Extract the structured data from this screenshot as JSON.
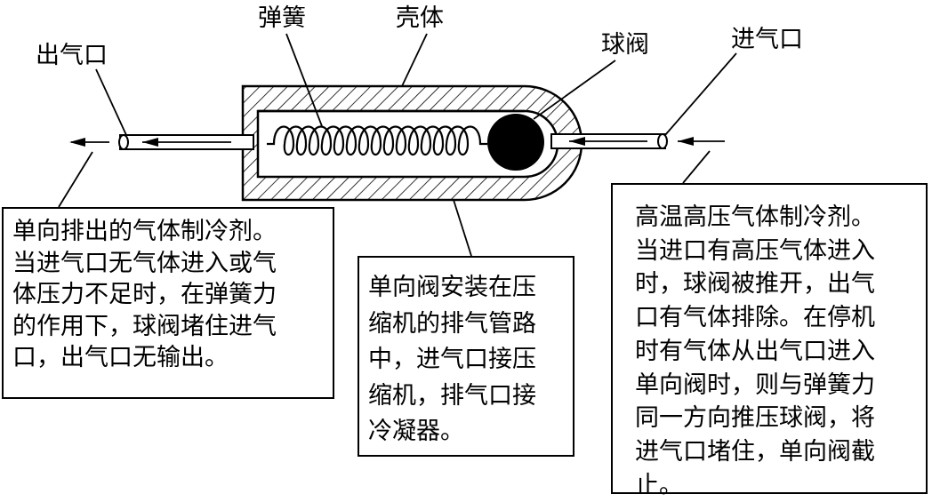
{
  "labels": {
    "outlet": "出气口",
    "spring": "弹簧",
    "shell": "壳体",
    "ball_valve": "球阀",
    "inlet": "进气口"
  },
  "notes": {
    "left": [
      "单向排出的气体制冷剂。",
      "当进气口无气体进入或气",
      "体压力不足时，在弹簧力",
      "的作用下，球阀堵住进气",
      "口，出气口无输出。"
    ],
    "middle": [
      "单向阀安装在压",
      "缩机的排气管路",
      "中，进气口接压",
      "缩机，排气口接",
      "冷凝器。"
    ],
    "right": [
      "高温高压气体制冷剂。",
      "当进口有高压气体进入",
      "时，球阀被推开，出气",
      "口有气体排除。在停机",
      "时有气体从出气口进入",
      "单向阀时，则与弹簧力",
      "同一方向推压球阀，将",
      "进气口堵住，单向阀截",
      "止。"
    ]
  }
}
